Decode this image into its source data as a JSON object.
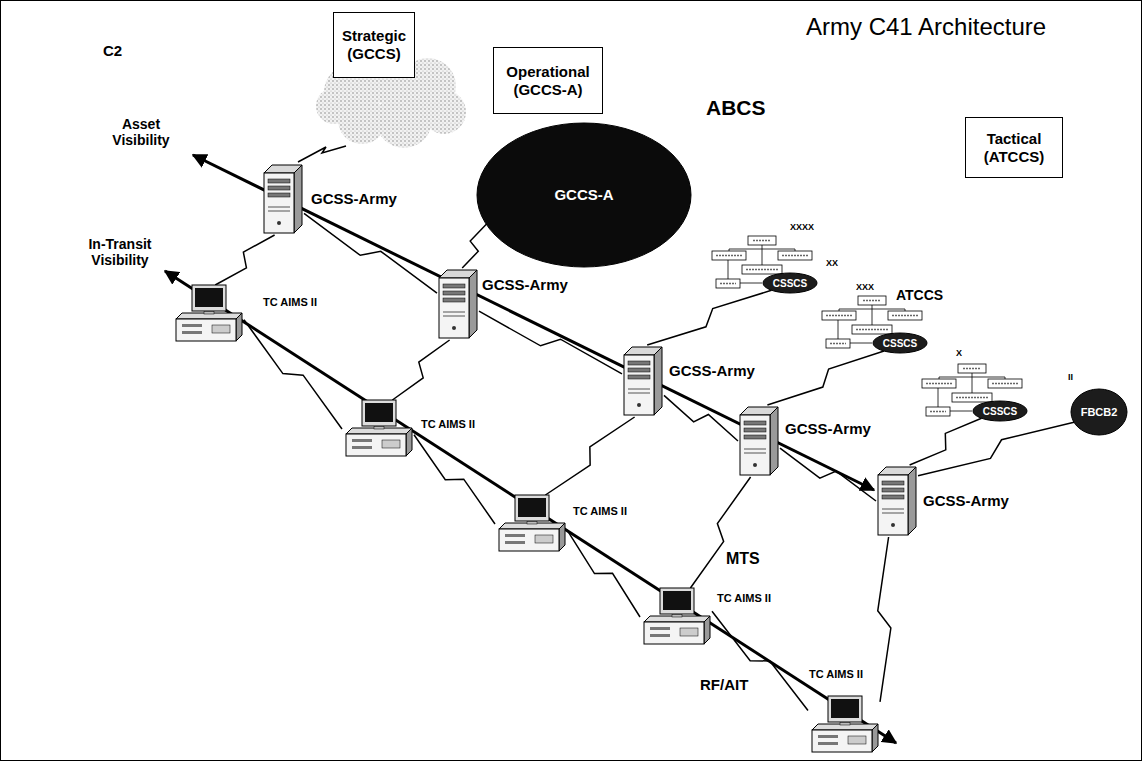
{
  "diagram": {
    "title": "Army C41 Architecture",
    "nodes": [
      {
        "text": [
          "Strategic (GCCS)"
        ]
      },
      {
        "text": [
          "Operational (GCCS-A)"
        ]
      },
      {
        "text": [
          "Tactical (ATCCS)"
        ]
      },
      {
        "text": [
          "GCCS-A"
        ]
      },
      {
        "text": [
          "GCSS-Army"
        ]
      },
      {
        "text": [
          "GCSS-Army"
        ]
      },
      {
        "text": [
          "GCSS-Army"
        ]
      },
      {
        "text": [
          "GCSS-Army"
        ]
      },
      {
        "text": [
          "GCSS-Army"
        ]
      },
      {
        "text": [
          "TC AIMS II"
        ]
      },
      {
        "text": [
          "TC AIMS II"
        ]
      },
      {
        "text": [
          "TC AIMS II"
        ]
      },
      {
        "text": [
          "TC AIMS II"
        ]
      },
      {
        "text": [
          "TC AIMS II"
        ]
      },
      {
        "text": [
          "CSSCS"
        ]
      },
      {
        "text": [
          "CSSCS"
        ]
      },
      {
        "text": [
          "CSSCS"
        ]
      },
      {
        "text": [
          "FBCB2"
        ]
      }
    ],
    "edges": [
      {
        "from": 3,
        "to": 5,
        "arrow": "none"
      },
      {
        "from": 14,
        "to": 6,
        "arrow": "none"
      },
      {
        "from": 15,
        "to": 7,
        "arrow": "none"
      },
      {
        "from": 16,
        "to": 8,
        "arrow": "none"
      },
      {
        "from": 17,
        "to": 8,
        "arrow": "none"
      },
      {
        "from": 4,
        "to": 5,
        "arrow": "none"
      },
      {
        "from": 5,
        "to": 6,
        "arrow": "none"
      },
      {
        "from": 6,
        "to": 7,
        "arrow": "none"
      },
      {
        "from": 7,
        "to": 8,
        "arrow": "none"
      },
      {
        "from": 4,
        "to": 9,
        "arrow": "none"
      },
      {
        "from": 5,
        "to": 10,
        "arrow": "none"
      },
      {
        "from": 6,
        "to": 11,
        "arrow": "none"
      },
      {
        "from": 7,
        "to": 12,
        "arrow": "none"
      },
      {
        "from": 8,
        "to": 13,
        "arrow": "none"
      },
      {
        "from": 9,
        "to": 10,
        "arrow": "none"
      },
      {
        "from": 10,
        "to": 11,
        "arrow": "none"
      },
      {
        "from": 11,
        "to": 12,
        "arrow": "none"
      },
      {
        "from": 12,
        "to": 13,
        "arrow": "none"
      }
    ],
    "labels": [
      "C2",
      "ABCS",
      "ATCCS",
      "Asset Visibility",
      "In-Transit Visibility",
      "MTS",
      "RF/AIT",
      "XXXX",
      "XXX",
      "XX",
      "X",
      "II"
    ]
  }
}
